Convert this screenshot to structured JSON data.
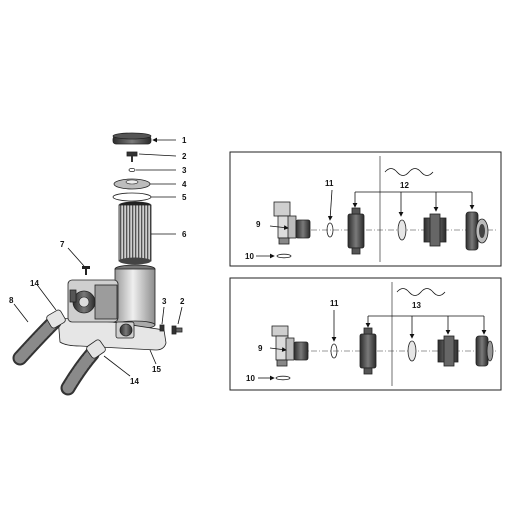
{
  "left_callouts": [
    "1",
    "2",
    "3",
    "4",
    "5",
    "6",
    "7",
    "8",
    "14",
    "3",
    "2",
    "14",
    "15"
  ],
  "panel_top": {
    "callouts": [
      "11",
      "12",
      "9",
      "10"
    ]
  },
  "panel_bottom": {
    "callouts": [
      "11",
      "13",
      "9",
      "10"
    ]
  },
  "colors": {
    "line": "#111111",
    "panel_border": "#222222",
    "part_dark": "#3a3a3a",
    "part_mid": "#8a8a8a",
    "part_light": "#d4d4d4"
  }
}
